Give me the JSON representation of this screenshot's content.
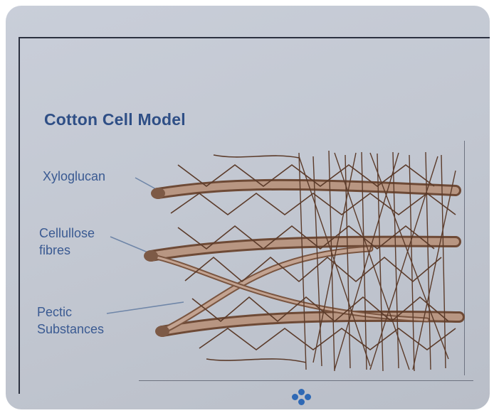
{
  "diagram": {
    "title": "Cotton Cell Model",
    "labels": {
      "xyloglucan": "Xyloglucan",
      "cellulose_line1": "Cellullose",
      "cellulose_line2": "fibres",
      "pectic_line1": "Pectic",
      "pectic_line2": "Substances"
    }
  },
  "colors": {
    "title": "#2f4f86",
    "label": "#3a5a92",
    "fibre": "#a07b64",
    "fibre_dark": "#6e4a36",
    "network": "#5b3b2a",
    "logo": "#2f69b5"
  },
  "icons": {
    "logo": "flower-dots-logo"
  }
}
